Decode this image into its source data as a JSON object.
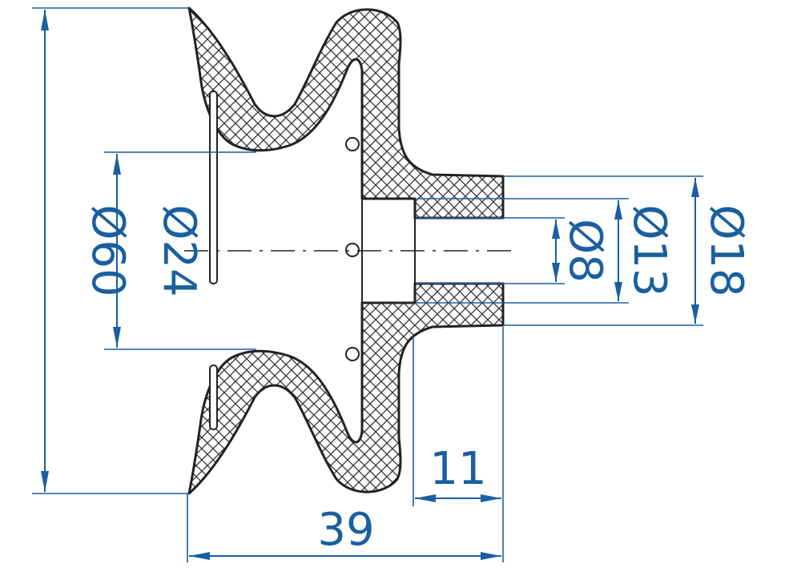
{
  "dimensions": {
    "d60": "Ø60",
    "d24": "Ø24",
    "d8": "Ø8",
    "d13": "Ø13",
    "d18": "Ø18",
    "len11": "11",
    "len39": "39"
  },
  "colors": {
    "dimension": "#1a5fa0",
    "outline": "#222222"
  }
}
